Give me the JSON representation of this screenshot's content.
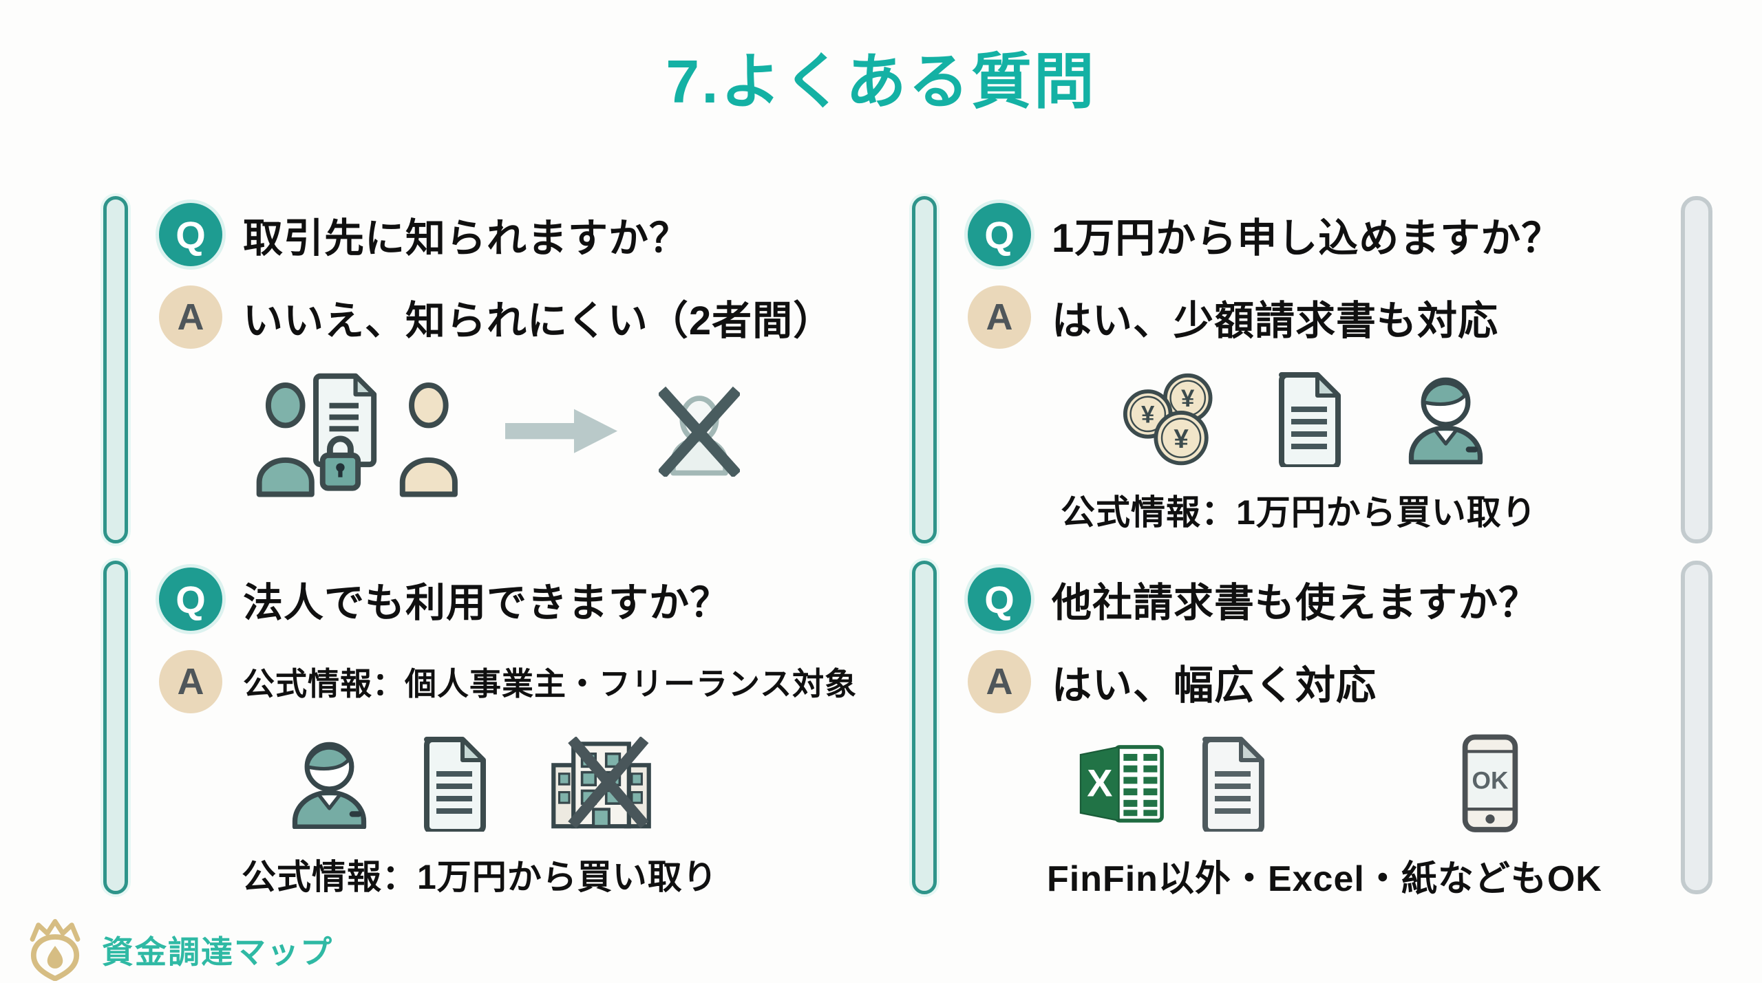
{
  "title": "7.よくある質問",
  "badges": {
    "q": "Q",
    "a": "A"
  },
  "blocks": {
    "top_left": {
      "question": "取引先に知られますか？",
      "answer": "いいえ、知られにくい（2者間）"
    },
    "top_right": {
      "question": "1万円から申し込めますか？",
      "answer": "はい、少額請求書も対応",
      "caption": "公式情報：1万円から買い取り"
    },
    "bottom_left": {
      "question": "法人でも利用できますか？",
      "answer": "公式情報：個人事業主・フリーランス対象",
      "caption": "公式情報：1万円から買い取り"
    },
    "bottom_right": {
      "question": "他社請求書も使えますか？",
      "answer": "はい、幅広く対応",
      "caption": "FinFin以外・Excel・紙などもOK"
    }
  },
  "glyphs": {
    "yen": "¥",
    "excel_x": "X",
    "ok": "OK"
  },
  "logo": {
    "text": "資金調達マップ"
  },
  "colors": {
    "accent_teal": "#14B1A4",
    "q_badge_teal": "#1E9C91",
    "a_badge_beige": "#EAD8BA",
    "bar_teal_border": "#2E948A",
    "bar_teal_fill": "#DCEEEB",
    "bar_gray_border": "#C3CBCE",
    "bar_gray_fill": "#E9EDEF",
    "icon_teal": "#7FB2AA",
    "icon_beige": "#F0E2C7",
    "icon_outline": "#3C4B4D",
    "excel_green": "#217346",
    "logo_gold": "#D6BD83",
    "text_black": "#101010"
  }
}
